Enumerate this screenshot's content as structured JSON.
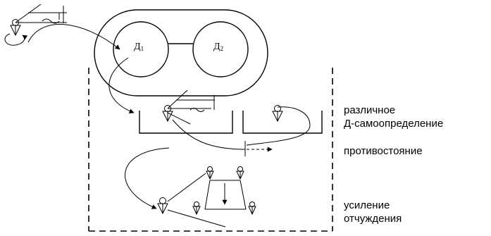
{
  "diagram": {
    "circles": [
      {
        "main": "Д",
        "sub": "1"
      },
      {
        "main": "Д",
        "sub": "2"
      }
    ],
    "labels": [
      {
        "lines": [
          "различное",
          "Д-самоопределение"
        ]
      },
      {
        "lines": [
          "противостояние"
        ]
      },
      {
        "lines": [
          "усиление",
          "отчуждения"
        ]
      }
    ],
    "icons": [
      "person-figure-icon",
      "bracket-container-icon",
      "arrow-icon"
    ]
  }
}
